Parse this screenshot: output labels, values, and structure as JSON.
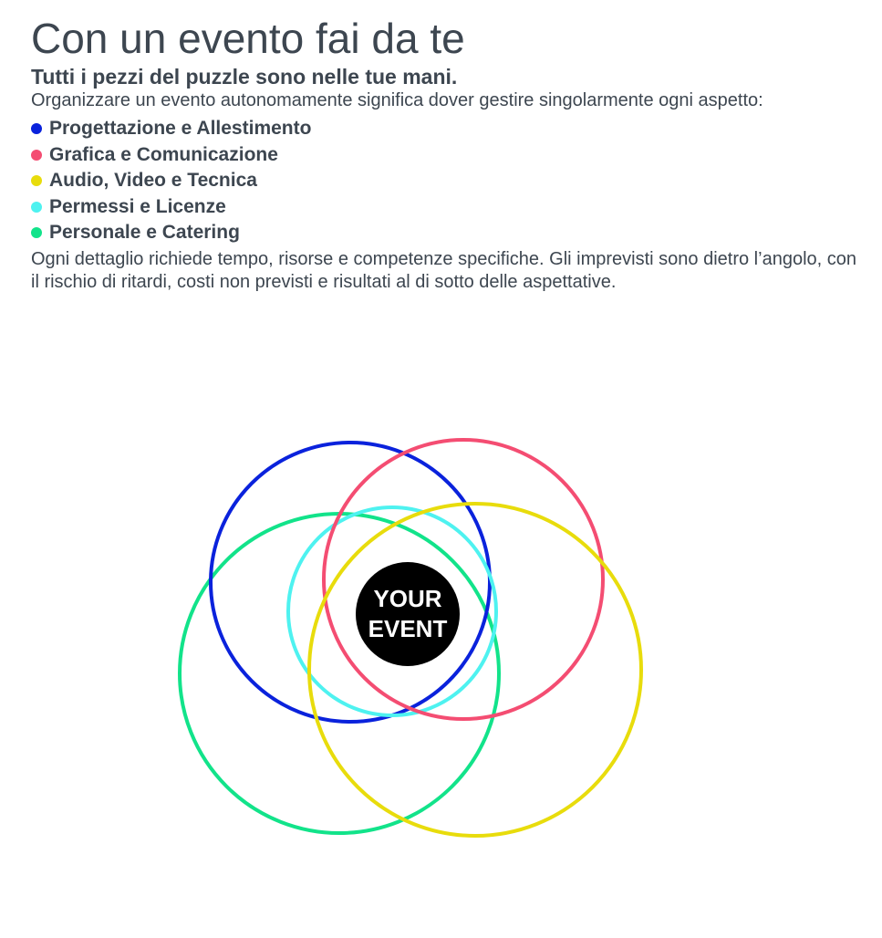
{
  "header": {
    "title": "Con un evento fai da te",
    "subtitle": "Tutti i pezzi del puzzle sono nelle tue mani."
  },
  "intro": "Organizzare un evento autonomamente significa dover gestire singolarmente ogni aspetto:",
  "aspects": [
    {
      "label": "Progettazione e Allestimento",
      "color": "#0a22dc"
    },
    {
      "label": "Grafica e Comunicazione",
      "color": "#f44d72"
    },
    {
      "label": "Audio, Video e Tecnica",
      "color": "#e8dc0c"
    },
    {
      "label": "Permessi e Licenze",
      "color": "#4ef2f0"
    },
    {
      "label": "Personale e Catering",
      "color": "#12e38a"
    }
  ],
  "outro": "Ogni dettaglio richiede tempo, risorse e competenze specifiche. Gli imprevisti sono dietro l’angolo, con il rischio di ritardi, costi non previsti e risultati al di sotto delle aspettative.",
  "diagram": {
    "center_line1": "YOUR",
    "center_line2": "EVENT",
    "center_color": "#000000",
    "center_text_color": "#ffffff"
  }
}
